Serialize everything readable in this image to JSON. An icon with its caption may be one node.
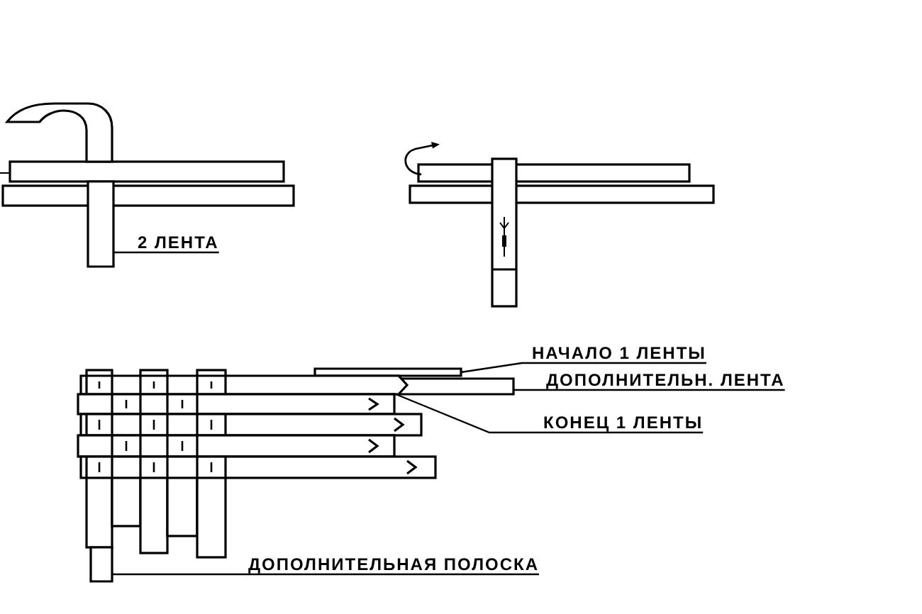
{
  "diagram": {
    "nodes": [
      {
        "text": [
          "2 ЛЕНТА"
        ]
      },
      {
        "text": [],
        "shape": "bar"
      },
      {
        "text": [
          "НАЧАЛО 1 ЛЕНТЫ"
        ]
      },
      {
        "text": [],
        "shape": "bar"
      },
      {
        "text": [
          "ДОПОЛНИТЕЛЬН. ЛЕНТА"
        ]
      },
      {
        "text": [],
        "shape": "bar"
      },
      {
        "text": [
          "КОНЕЦ 1 ЛЕНТЫ"
        ]
      },
      {
        "text": [],
        "shape": "bar"
      },
      {
        "text": [
          "ДОПОЛНИТЕЛЬНАЯ ПОЛОСКА"
        ]
      },
      {
        "text": [],
        "shape": "bar"
      }
    ],
    "edges": [
      {
        "from": 0,
        "to": 1,
        "arrow": "none"
      },
      {
        "from": 2,
        "to": 3,
        "arrow": "none"
      },
      {
        "from": 4,
        "to": 5,
        "arrow": "none"
      },
      {
        "from": 6,
        "to": 7,
        "arrow": "none"
      },
      {
        "from": 8,
        "to": 9,
        "arrow": "none"
      }
    ]
  }
}
